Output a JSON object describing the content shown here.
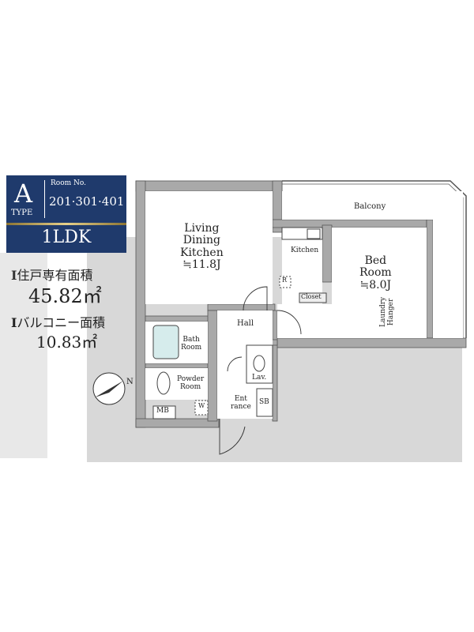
{
  "type_badge": {
    "letter": "A",
    "type_label": "TYPE",
    "room_no_label": "Room No.",
    "room_numbers": "201·301·401",
    "layout": "1LDK"
  },
  "areas": {
    "private_label": "住戸専有面積",
    "private_value": "45.82㎡",
    "balcony_label": "バルコニー面積",
    "balcony_value": "10.83㎡"
  },
  "rooms": {
    "ldk": [
      "Living",
      "Dining",
      "Kitchen",
      "≒11.8J"
    ],
    "kitchen": "Kitchen",
    "bed": [
      "Bed",
      "Room",
      "≒8.0J"
    ],
    "laundry": [
      "Laundry",
      "Hanger"
    ],
    "balcony": "Balcony",
    "closet": "Closet",
    "refrigerator": "R",
    "hall": "Hall",
    "bath": [
      "Bath",
      "Room"
    ],
    "powder": [
      "Powder",
      "Room"
    ],
    "washer": "W",
    "lav": "Lav.",
    "entrance": [
      "Ent",
      "rance"
    ],
    "sb": "SB",
    "mb": "MB"
  },
  "compass": "N",
  "colors": {
    "navy": "#1f3a6c",
    "wall": "#a9a9a9",
    "bath": "#d6ecec"
  }
}
